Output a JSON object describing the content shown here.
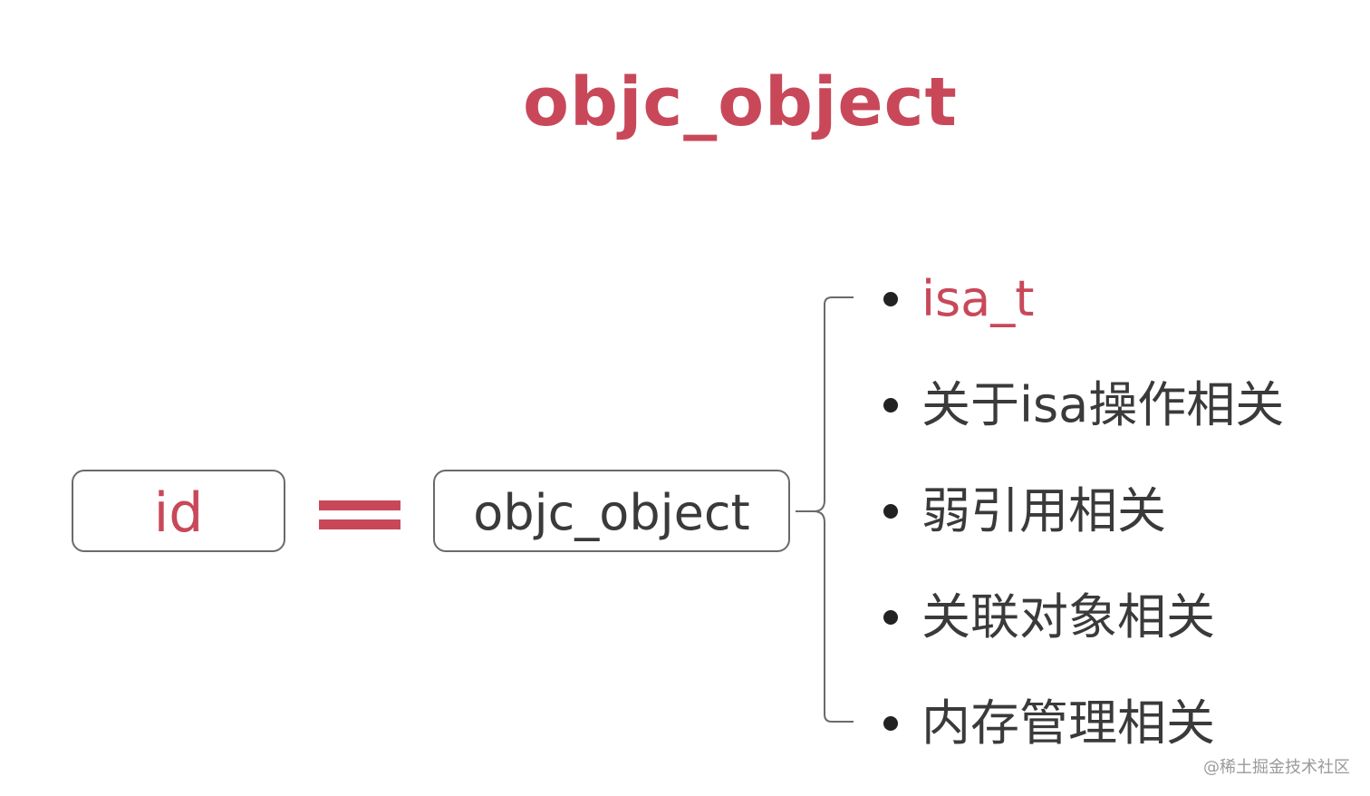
{
  "title": "objc_object",
  "left_box": {
    "label": "id",
    "label_color": "#c8485a"
  },
  "equals_color": "#c8485a",
  "right_box": {
    "label": "objc_object",
    "label_color": "#3a3a3a"
  },
  "members": [
    {
      "label": "isa_t",
      "accent": true
    },
    {
      "label": "关于isa操作相关",
      "accent": false
    },
    {
      "label": "弱引用相关",
      "accent": false
    },
    {
      "label": "关联对象相关",
      "accent": false
    },
    {
      "label": "内存管理相关",
      "accent": false
    }
  ],
  "watermark": "@稀土掘金技术社区",
  "colors": {
    "accent": "#c8485a",
    "text": "#3a3a3a",
    "border": "#6a6a6a",
    "background": "#ffffff"
  }
}
